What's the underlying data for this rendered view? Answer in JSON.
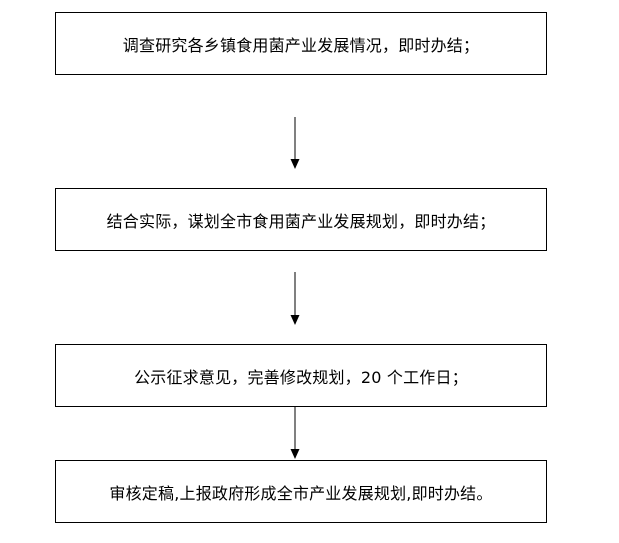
{
  "flowchart": {
    "steps": [
      {
        "text": "调查研究各乡镇食用菌产业发展情况，即时办结；"
      },
      {
        "text": "结合实际，谋划全市食用菌产业发展规划，即时办结；"
      },
      {
        "text": "公示征求意见，完善修改规划，20 个工作日；"
      },
      {
        "text": "审核定稿,上报政府形成全市产业发展规划,即时办结。"
      }
    ],
    "arrow_icon": "arrow-down-icon",
    "line_color": "#000000"
  }
}
